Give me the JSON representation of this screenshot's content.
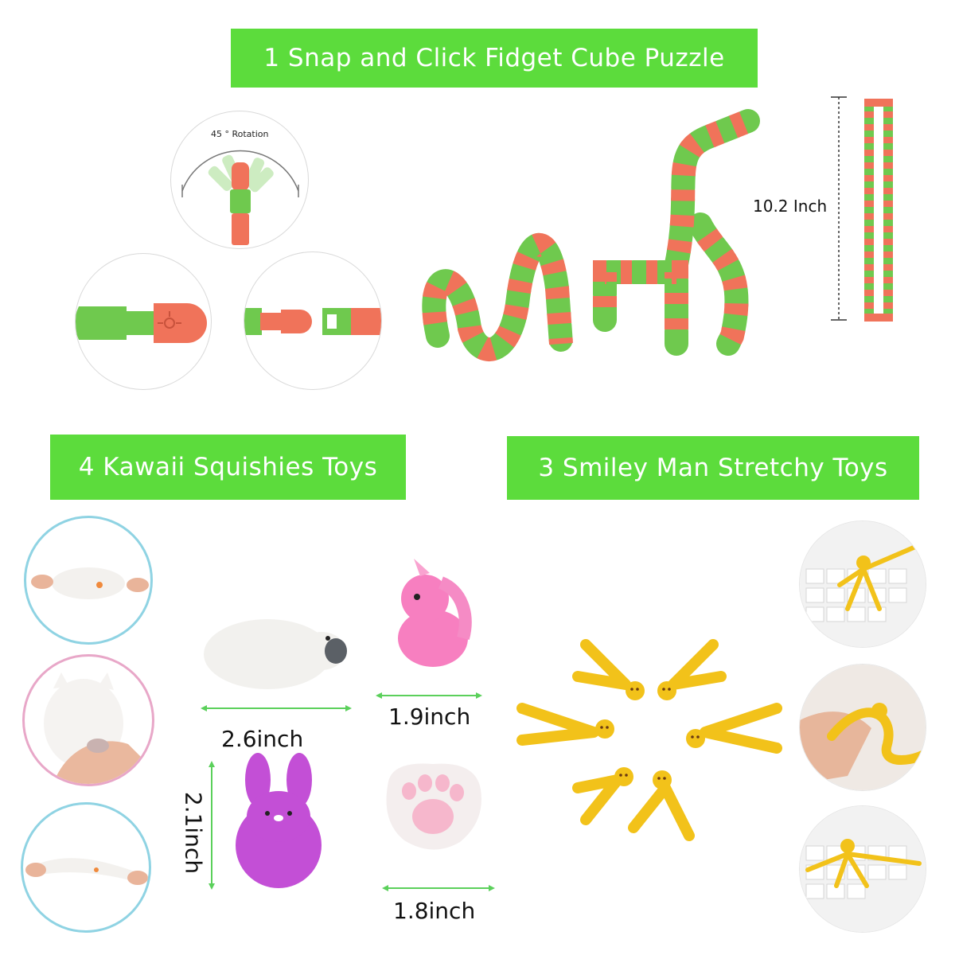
{
  "banners": {
    "snap_cube": "1 Snap and Click Fidget Cube Puzzle",
    "squishies": "4 Kawaii Squishies Toys",
    "stretchy": "3 Smiley Man Stretchy Toys"
  },
  "snap_cube": {
    "rotation_label": "45 ° Rotation",
    "length_label": "10.2 Inch"
  },
  "squishies": {
    "seal_width": "2.6inch",
    "unicorn_width": "1.9inch",
    "rabbit_height": "2.1inch",
    "paw_width": "1.8inch"
  },
  "colors": {
    "banner": "#5cdc3c",
    "snap_green": "#6fc94e",
    "snap_orange": "#f0735a",
    "measure_line": "#5bd05b",
    "stretchy_yellow": "#f2c21a",
    "squishy_pink": "#f77fc0",
    "squishy_purple": "#c34fd6"
  }
}
